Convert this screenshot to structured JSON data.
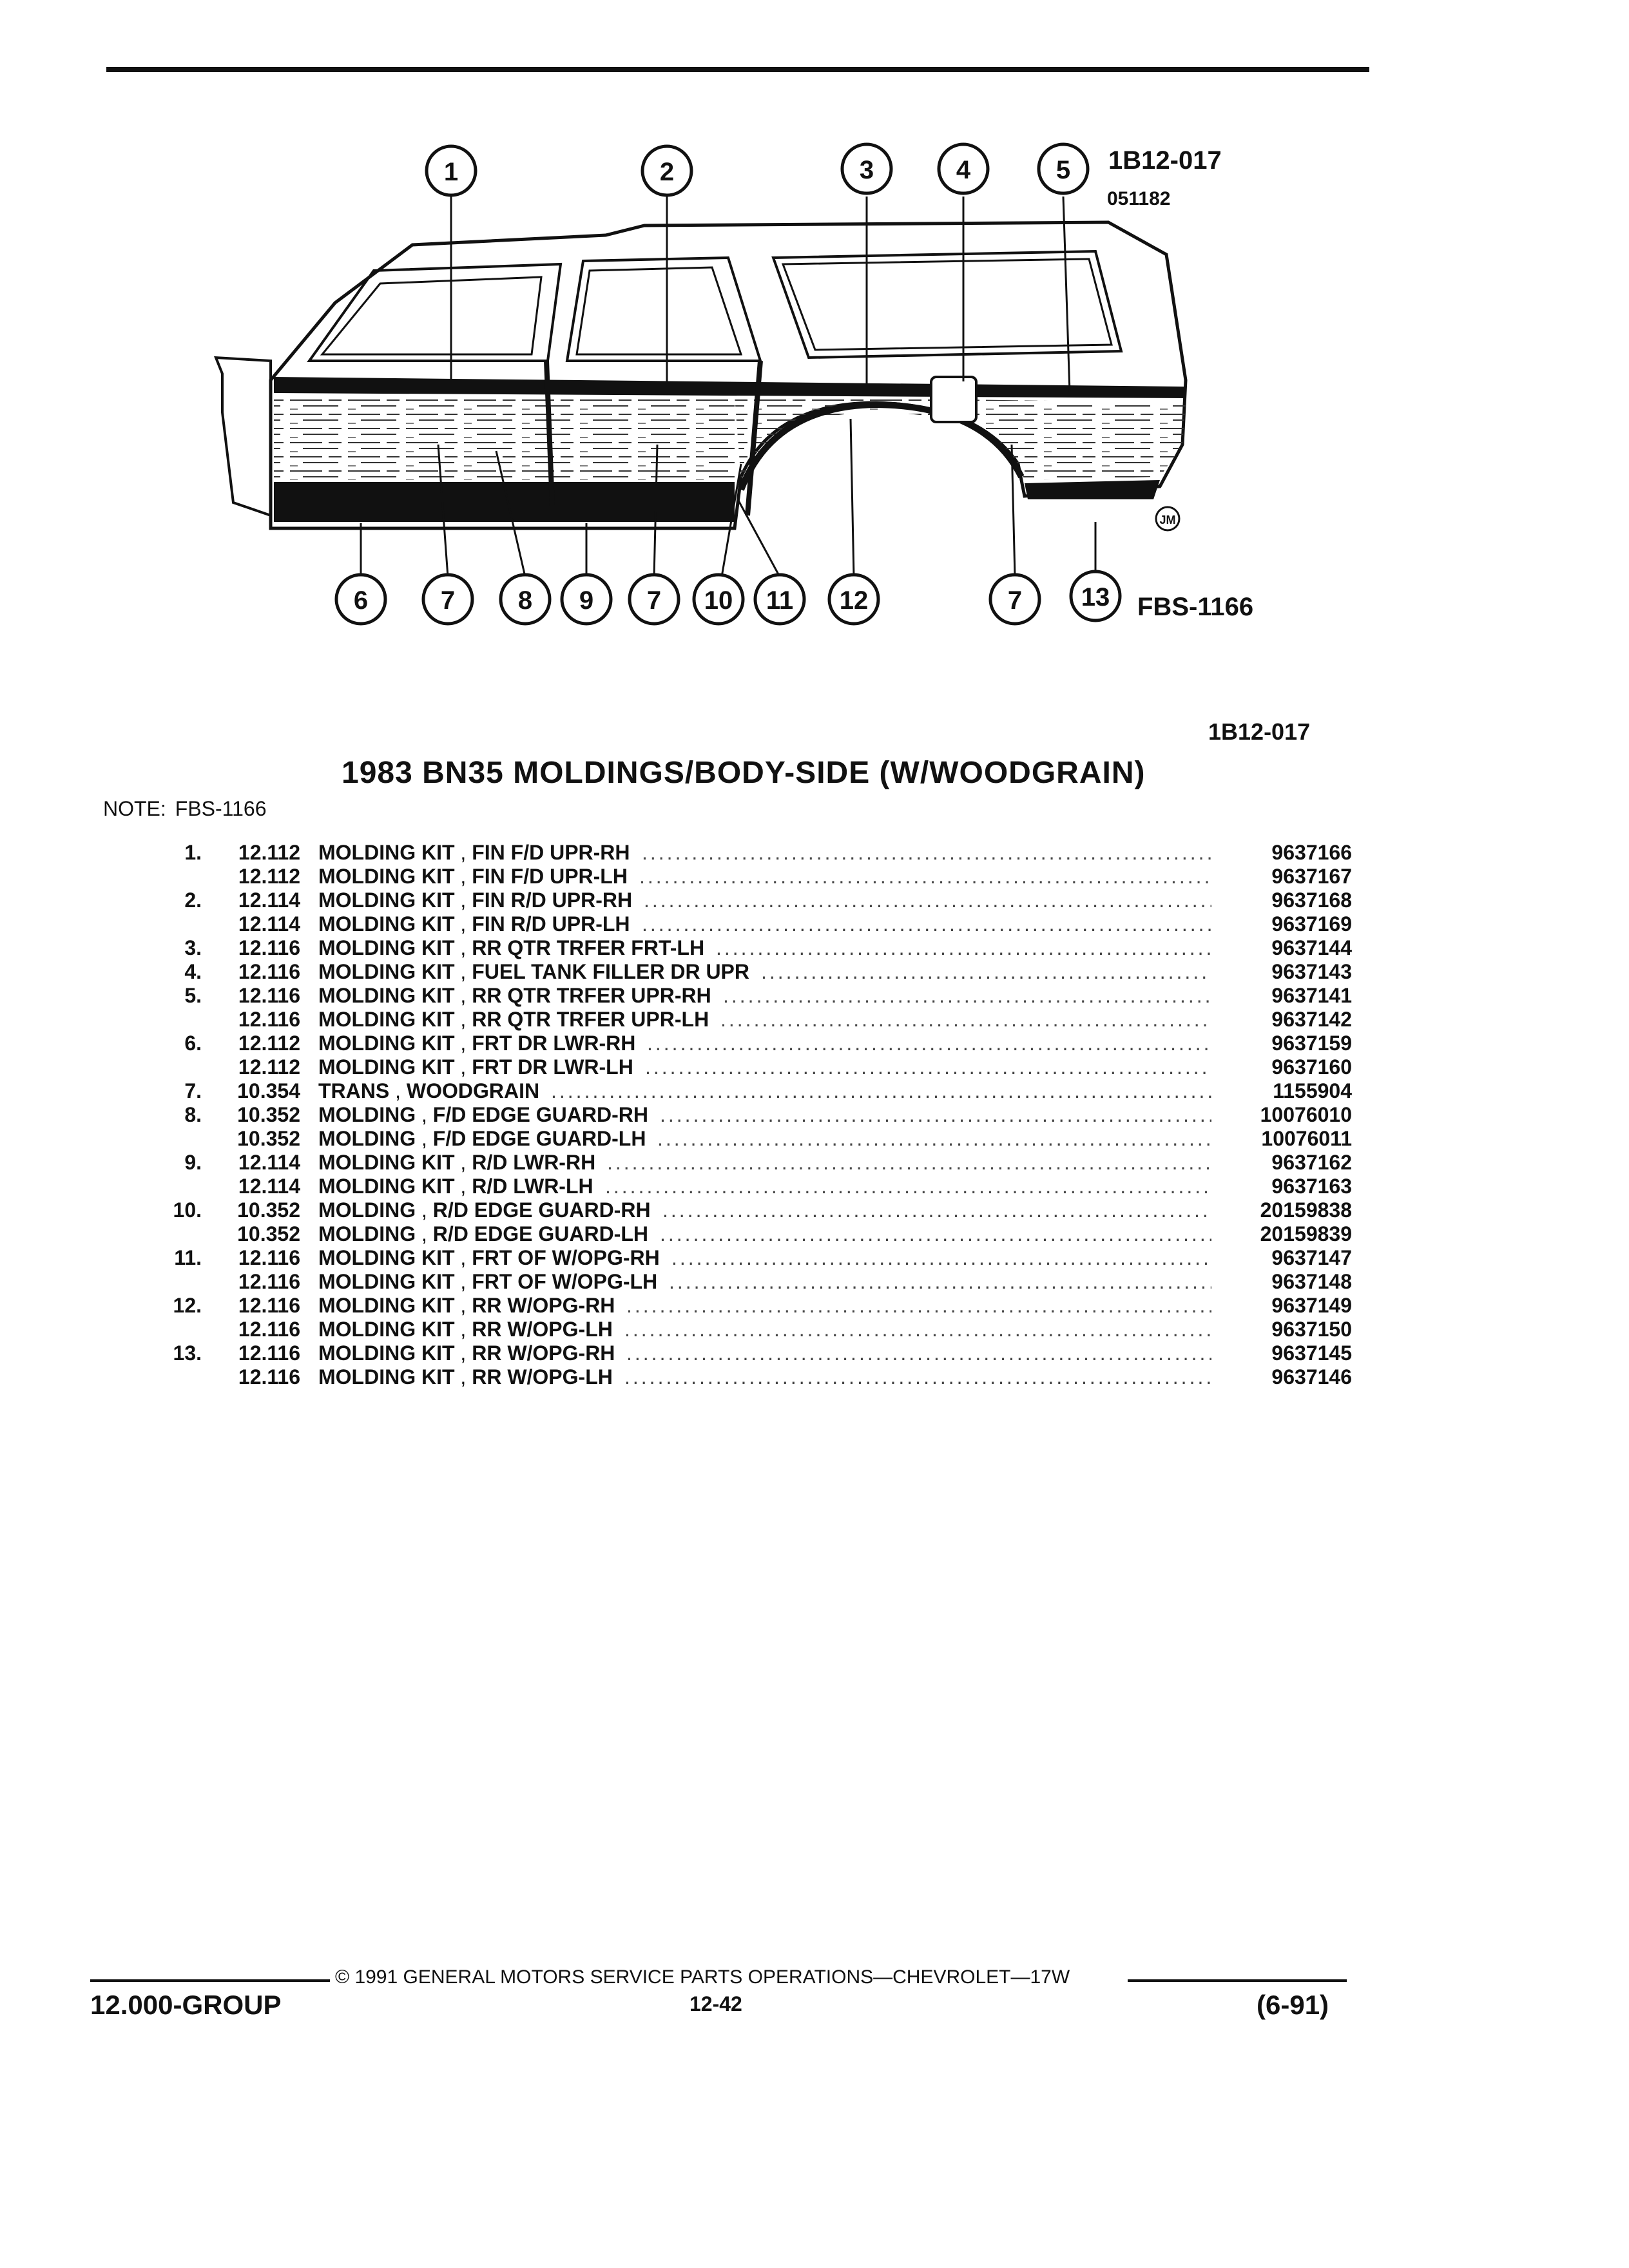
{
  "figure": {
    "id": "1B12-017",
    "code": "051182",
    "ref": "FBS-1166",
    "ref_right": "1B12-017",
    "artist_mark": "JM",
    "callouts": [
      "1",
      "2",
      "3",
      "4",
      "5",
      "6",
      "7",
      "8",
      "9",
      "7",
      "10",
      "11",
      "12",
      "7",
      "13"
    ]
  },
  "title": "1983 BN35 MOLDINGS/BODY-SIDE (W/WOODGRAIN)",
  "note": {
    "label": "NOTE:",
    "value": "FBS-1166"
  },
  "parts": [
    {
      "num": "1.",
      "group": "12.112",
      "name": "MOLDING KIT",
      "desc": "FIN F/D UPR-RH",
      "part": "9637166"
    },
    {
      "num": "",
      "group": "12.112",
      "name": "MOLDING KIT",
      "desc": "FIN F/D UPR-LH",
      "part": "9637167"
    },
    {
      "num": "2.",
      "group": "12.114",
      "name": "MOLDING KIT",
      "desc": "FIN R/D UPR-RH",
      "part": "9637168"
    },
    {
      "num": "",
      "group": "12.114",
      "name": "MOLDING KIT",
      "desc": "FIN R/D UPR-LH",
      "part": "9637169"
    },
    {
      "num": "3.",
      "group": "12.116",
      "name": "MOLDING KIT",
      "desc": "RR QTR TRFER FRT-LH",
      "part": "9637144"
    },
    {
      "num": "4.",
      "group": "12.116",
      "name": "MOLDING KIT",
      "desc": "FUEL TANK FILLER DR UPR",
      "part": "9637143"
    },
    {
      "num": "5.",
      "group": "12.116",
      "name": "MOLDING KIT",
      "desc": "RR QTR TRFER UPR-RH",
      "part": "9637141"
    },
    {
      "num": "",
      "group": "12.116",
      "name": "MOLDING KIT",
      "desc": "RR QTR TRFER UPR-LH",
      "part": "9637142"
    },
    {
      "num": "6.",
      "group": "12.112",
      "name": "MOLDING KIT",
      "desc": "FRT DR LWR-RH",
      "part": "9637159"
    },
    {
      "num": "",
      "group": "12.112",
      "name": "MOLDING KIT",
      "desc": "FRT DR LWR-LH",
      "part": "9637160"
    },
    {
      "num": "7.",
      "group": "10.354",
      "name": "TRANS",
      "desc": "WOODGRAIN",
      "part": "1155904"
    },
    {
      "num": "8.",
      "group": "10.352",
      "name": "MOLDING",
      "desc": "F/D EDGE GUARD-RH",
      "part": "10076010"
    },
    {
      "num": "",
      "group": "10.352",
      "name": "MOLDING",
      "desc": "F/D EDGE GUARD-LH",
      "part": "10076011"
    },
    {
      "num": "9.",
      "group": "12.114",
      "name": "MOLDING KIT",
      "desc": "R/D LWR-RH",
      "part": "9637162"
    },
    {
      "num": "",
      "group": "12.114",
      "name": "MOLDING KIT",
      "desc": "R/D LWR-LH",
      "part": "9637163"
    },
    {
      "num": "10.",
      "group": "10.352",
      "name": "MOLDING",
      "desc": "R/D EDGE GUARD-RH",
      "part": "20159838"
    },
    {
      "num": "",
      "group": "10.352",
      "name": "MOLDING",
      "desc": "R/D EDGE GUARD-LH",
      "part": "20159839"
    },
    {
      "num": "11.",
      "group": "12.116",
      "name": "MOLDING KIT",
      "desc": "FRT OF W/OPG-RH",
      "part": "9637147"
    },
    {
      "num": "",
      "group": "12.116",
      "name": "MOLDING KIT",
      "desc": "FRT OF W/OPG-LH",
      "part": "9637148"
    },
    {
      "num": "12.",
      "group": "12.116",
      "name": "MOLDING KIT",
      "desc": "RR W/OPG-RH",
      "part": "9637149"
    },
    {
      "num": "",
      "group": "12.116",
      "name": "MOLDING KIT",
      "desc": "RR W/OPG-LH",
      "part": "9637150"
    },
    {
      "num": "13.",
      "group": "12.116",
      "name": "MOLDING KIT",
      "desc": "RR W/OPG-RH",
      "part": "9637145"
    },
    {
      "num": "",
      "group": "12.116",
      "name": "MOLDING KIT",
      "desc": "RR W/OPG-LH",
      "part": "9637146"
    }
  ],
  "footer": {
    "copyright": "© 1991 GENERAL MOTORS SERVICE PARTS OPERATIONS—CHEVROLET—17W",
    "group": "12.000-GROUP",
    "page": "12-42",
    "date": "(6-91)"
  }
}
